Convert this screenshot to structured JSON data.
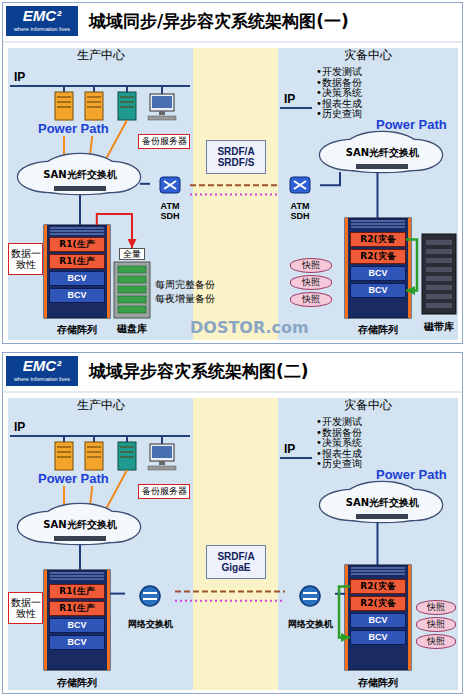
{
  "diagram": {
    "nodes": [
      {
        "text": [
          "城域同步/异步容灾系统架构图(一)"
        ]
      },
      {
        "text": [
          "生产中心"
        ],
        "in": 0
      },
      {
        "text": [
          "灾备中心"
        ],
        "in": 0
      },
      {
        "text": [
          "SRDF/A SRDF/S"
        ],
        "in": 0
      },
      {
        "text": [
          "备份服务器"
        ],
        "in": 1
      },
      {
        "text": [
          "SAN光纤交换机"
        ],
        "in": 1
      },
      {
        "text": [
          "ATM SDH"
        ],
        "in": 1
      },
      {
        "text": [
          "存储阵列"
        ],
        "in": 1
      },
      {
        "text": [
          "R1(生产"
        ],
        "in": 7
      },
      {
        "text": [
          "R1(生产"
        ],
        "in": 7
      },
      {
        "text": [
          "BCV"
        ],
        "in": 7
      },
      {
        "text": [
          "BCV"
        ],
        "in": 7
      },
      {
        "text": [
          "数据一致性"
        ],
        "in": 1
      },
      {
        "text": [
          "全量",
          "磁盘库"
        ],
        "in": 1
      },
      {
        "text": [
          "SAN光纤交换机"
        ],
        "in": 2
      },
      {
        "text": [
          "ATM SDH"
        ],
        "in": 2
      },
      {
        "text": [
          "存储阵列"
        ],
        "in": 2
      },
      {
        "text": [
          "R2(灾备"
        ],
        "in": 16
      },
      {
        "text": [
          "R2(灾备"
        ],
        "in": 16
      },
      {
        "text": [
          "BCV"
        ],
        "in": 16
      },
      {
        "text": [
          "BCV"
        ],
        "in": 16
      },
      {
        "text": [
          "快照"
        ],
        "in": 2
      },
      {
        "text": [
          "快照"
        ],
        "in": 2
      },
      {
        "text": [
          "快照"
        ],
        "in": 2
      },
      {
        "text": [
          "磁带库"
        ],
        "in": 2
      },
      {
        "text": [
          "城域异步容灾系统架构图(二)"
        ]
      },
      {
        "text": [
          "生产中心"
        ],
        "in": 25
      },
      {
        "text": [
          "灾备中心"
        ],
        "in": 25
      },
      {
        "text": [
          "SRDF/A GigaE"
        ],
        "in": 25
      },
      {
        "text": [
          "备份服务器"
        ],
        "in": 26
      },
      {
        "text": [
          "SAN光纤交换机"
        ],
        "in": 26
      },
      {
        "text": [
          "网络交换机"
        ],
        "in": 26
      },
      {
        "text": [
          "存储阵列"
        ],
        "in": 26
      },
      {
        "text": [
          "R1(生产"
        ],
        "in": 32
      },
      {
        "text": [
          "R1(生产"
        ],
        "in": 32
      },
      {
        "text": [
          "BCV"
        ],
        "in": 32
      },
      {
        "text": [
          "BCV"
        ],
        "in": 32
      },
      {
        "text": [
          "数据一致性"
        ],
        "in": 26
      },
      {
        "text": [
          "SAN光纤交换机"
        ],
        "in": 27
      },
      {
        "text": [
          "网络交换机"
        ],
        "in": 27
      },
      {
        "text": [
          "存储阵列"
        ],
        "in": 27
      },
      {
        "text": [
          "R2(灾备"
        ],
        "in": 40
      },
      {
        "text": [
          "R2(灾备"
        ],
        "in": 40
      },
      {
        "text": [
          "BCV"
        ],
        "in": 40
      },
      {
        "text": [
          "BCV"
        ],
        "in": 40
      },
      {
        "text": [
          "快照"
        ],
        "in": 27
      },
      {
        "text": [
          "快照"
        ],
        "in": 27
      },
      {
        "text": [
          "快照"
        ],
        "in": 27
      }
    ],
    "edges": [
      {
        "from": 5,
        "to": 7,
        "arrow": "none"
      },
      {
        "from": 5,
        "to": 6,
        "arrow": "none"
      },
      {
        "from": 6,
        "to": 15,
        "arrow": "none"
      },
      {
        "from": 6,
        "to": 15,
        "arrow": "none"
      },
      {
        "from": 15,
        "to": 14,
        "arrow": "none"
      },
      {
        "from": 14,
        "to": 16,
        "arrow": "none"
      },
      {
        "from": 7,
        "to": 13,
        "arrow": "to"
      },
      {
        "from": 17,
        "to": 20,
        "arrow": "to"
      },
      {
        "from": 30,
        "to": 32,
        "arrow": "none"
      },
      {
        "from": 32,
        "to": 31,
        "arrow": "none"
      },
      {
        "from": 31,
        "to": 39,
        "arrow": "none"
      },
      {
        "from": 31,
        "to": 39,
        "arrow": "none"
      },
      {
        "from": 39,
        "to": 40,
        "arrow": "none"
      },
      {
        "from": 38,
        "to": 40,
        "arrow": "none"
      },
      {
        "from": 41,
        "to": 44,
        "arrow": "to"
      }
    ],
    "labels": [
      "EMC²",
      "where information lives",
      "IP",
      "Power Path",
      "IP",
      "Power Path",
      "•开发测试",
      "•数据备份",
      "•决策系统",
      "•报表生成",
      "•历史查询",
      "每周完整备份",
      "每夜增量备份",
      "DOSTOR.com",
      "EMC²",
      "where information lives",
      "IP",
      "Power Path",
      "IP",
      "Power Path",
      "•开发测试",
      "•数据备份",
      "•决策系统",
      "•报表生成",
      "•历史查询"
    ]
  }
}
